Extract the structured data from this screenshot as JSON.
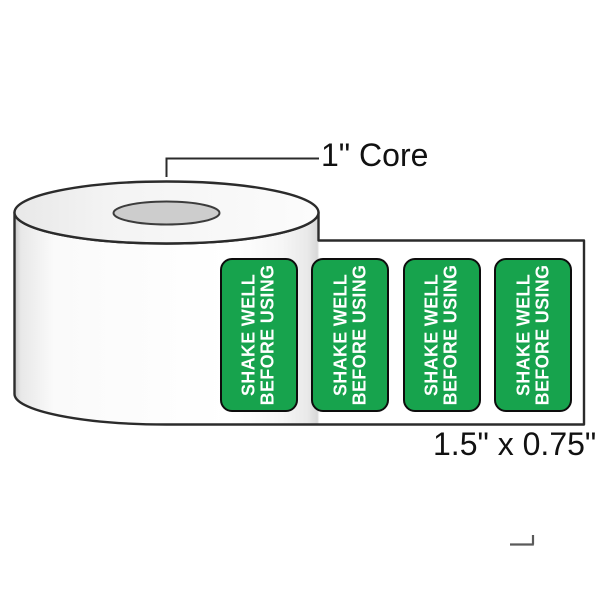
{
  "illustration": {
    "core_annotation": "1\" Core",
    "dimension_annotation": "1.5\" x 0.75\"",
    "labels": [
      {
        "line1": "SHAKE WELL",
        "line2": "BEFORE USING"
      },
      {
        "line1": "SHAKE WELL",
        "line2": "BEFORE USING"
      },
      {
        "line1": "SHAKE WELL",
        "line2": "BEFORE USING"
      },
      {
        "line1": "SHAKE WELL",
        "line2": "BEFORE USING"
      }
    ],
    "colors": {
      "background": "#FFFFFF",
      "label_green": "#17A34D",
      "label_text_white": "#FFFFFF",
      "outline_dark": "#2B2B2B",
      "core_gray": "#CDCDCD"
    }
  }
}
